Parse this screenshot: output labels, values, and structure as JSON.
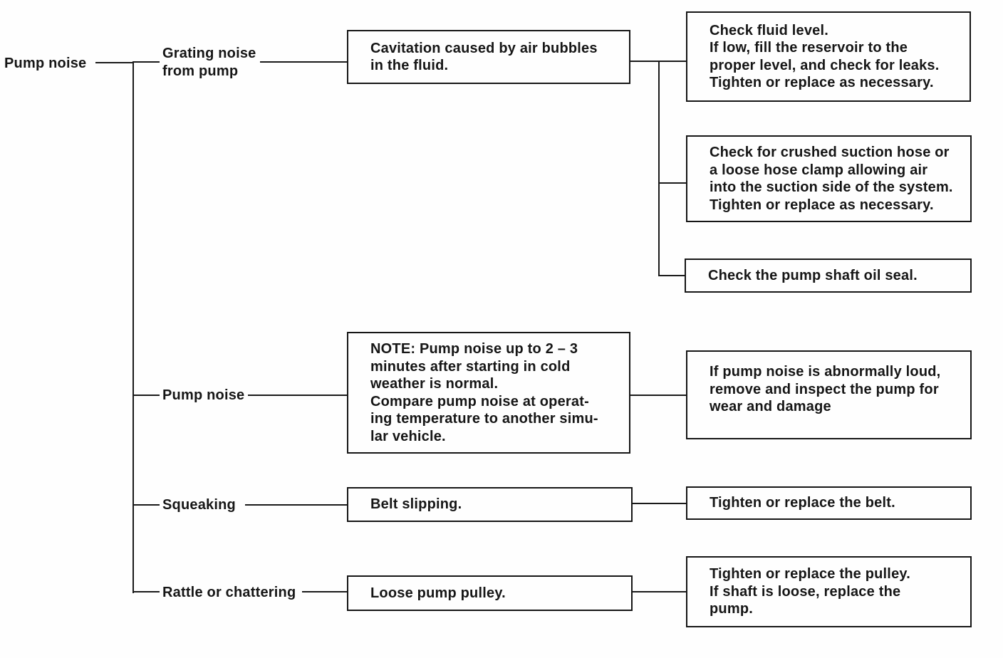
{
  "page": {
    "kind": "troubleshooting-flowchart",
    "background_color": "#fefefe",
    "ink_color": "#161616"
  },
  "diagram": {
    "root_label": "Pump noise",
    "branches": [
      {
        "symptom": "Grating noise\nfrom pump",
        "cause": "Cavitation caused by air bubbles\nin the fluid.",
        "remedies": [
          "Check fluid level.\nIf low, fill the reservoir to the\nproper level, and check for leaks.\nTighten or replace as necessary.",
          "Check for crushed suction hose or\na loose hose clamp allowing air\ninto the suction side of the system.\nTighten or replace as necessary.",
          "Check the pump shaft oil seal."
        ]
      },
      {
        "symptom": "Pump noise",
        "cause": "NOTE: Pump noise up to 2 – 3\nminutes after starting in cold\nweather is normal.\nCompare pump noise at operat-\ning temperature to another simu-\nlar vehicle.",
        "remedies": [
          "If pump noise is abnormally loud,\nremove and inspect the pump for\nwear and damage"
        ]
      },
      {
        "symptom": "Squeaking",
        "cause": "Belt slipping.",
        "remedies": [
          "Tighten or replace the belt."
        ]
      },
      {
        "symptom": "Rattle or chattering",
        "cause": "Loose pump pulley.",
        "remedies": [
          "Tighten or replace the pulley.\nIf shaft is loose, replace the\npump."
        ]
      }
    ]
  }
}
